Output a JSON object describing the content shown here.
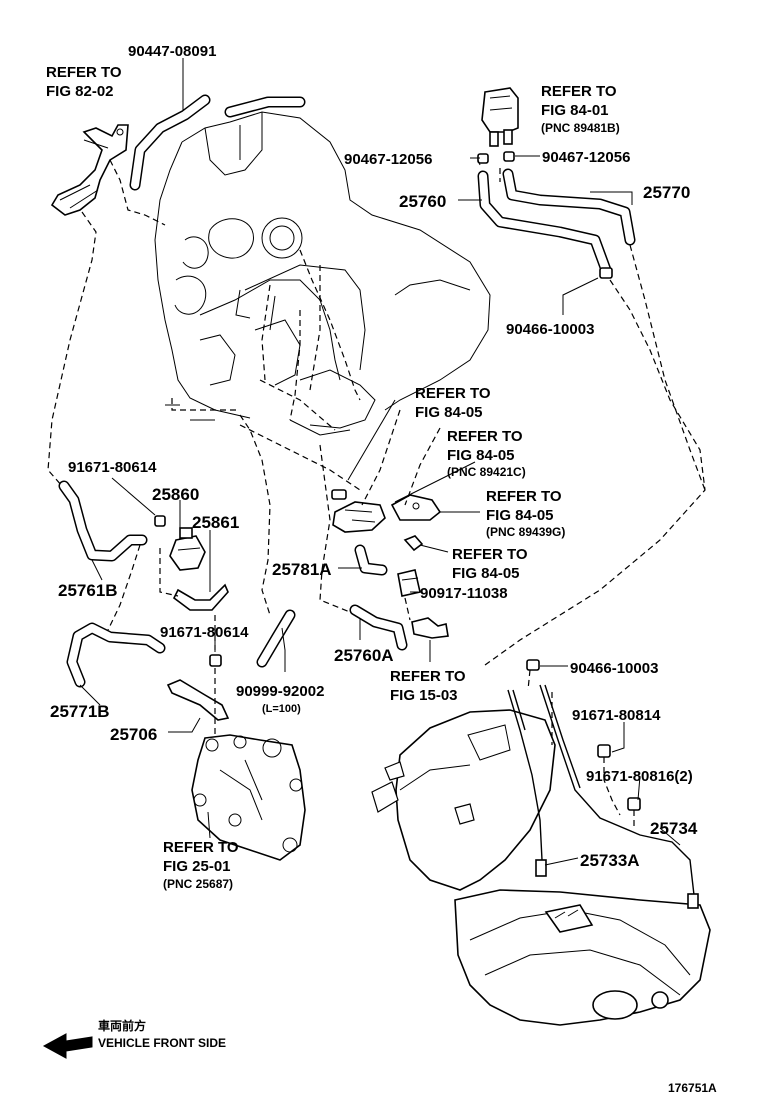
{
  "labels": {
    "p90447": "90447-08091",
    "refer82_line1": "REFER TO",
    "refer82_line2": "FIG 82-02",
    "refer8401_line1": "REFER TO",
    "refer8401_line2": "FIG 84-01",
    "refer8401_pnc": "(PNC 89481B)",
    "p90467_left": "90467-12056",
    "p90467_right": "90467-12056",
    "p25760": "25760",
    "p25770": "25770",
    "p90466_top": "90466-10003",
    "referA_line1": "REFER TO",
    "referA_line2": "FIG 84-05",
    "referB_line1": "REFER TO",
    "referB_line2": "FIG 84-05",
    "referB_pnc": "(PNC 89421C)",
    "referC_line1": "REFER TO",
    "referC_line2": "FIG 84-05",
    "referC_pnc": "(PNC 89439G)",
    "referD_line1": "REFER TO",
    "referD_line2": "FIG 84-05",
    "p91671_a": "91671-80614",
    "p25860": "25860",
    "p25861": "25861",
    "p25761B": "25761B",
    "p25781A": "25781A",
    "p90917": "90917-11038",
    "p91671_b": "91671-80614",
    "p25760A": "25760A",
    "refer1503_line1": "REFER TO",
    "refer1503_line2": "FIG 15-03",
    "p90466_bottom": "90466-10003",
    "p25771B": "25771B",
    "p90999": "90999-92002",
    "p90999_len": "(L=100)",
    "p25706": "25706",
    "p91671_80814": "91671-80814",
    "p91671_80816": "91671-80816(2)",
    "p25734": "25734",
    "p25733A": "25733A",
    "refer2501_line1": "REFER TO",
    "refer2501_line2": "FIG 25-01",
    "refer2501_pnc": "(PNC 25687)"
  },
  "legend": {
    "japanese": "車両前方",
    "english": "VEHICLE FRONT SIDE"
  },
  "figure_id": "176751A"
}
